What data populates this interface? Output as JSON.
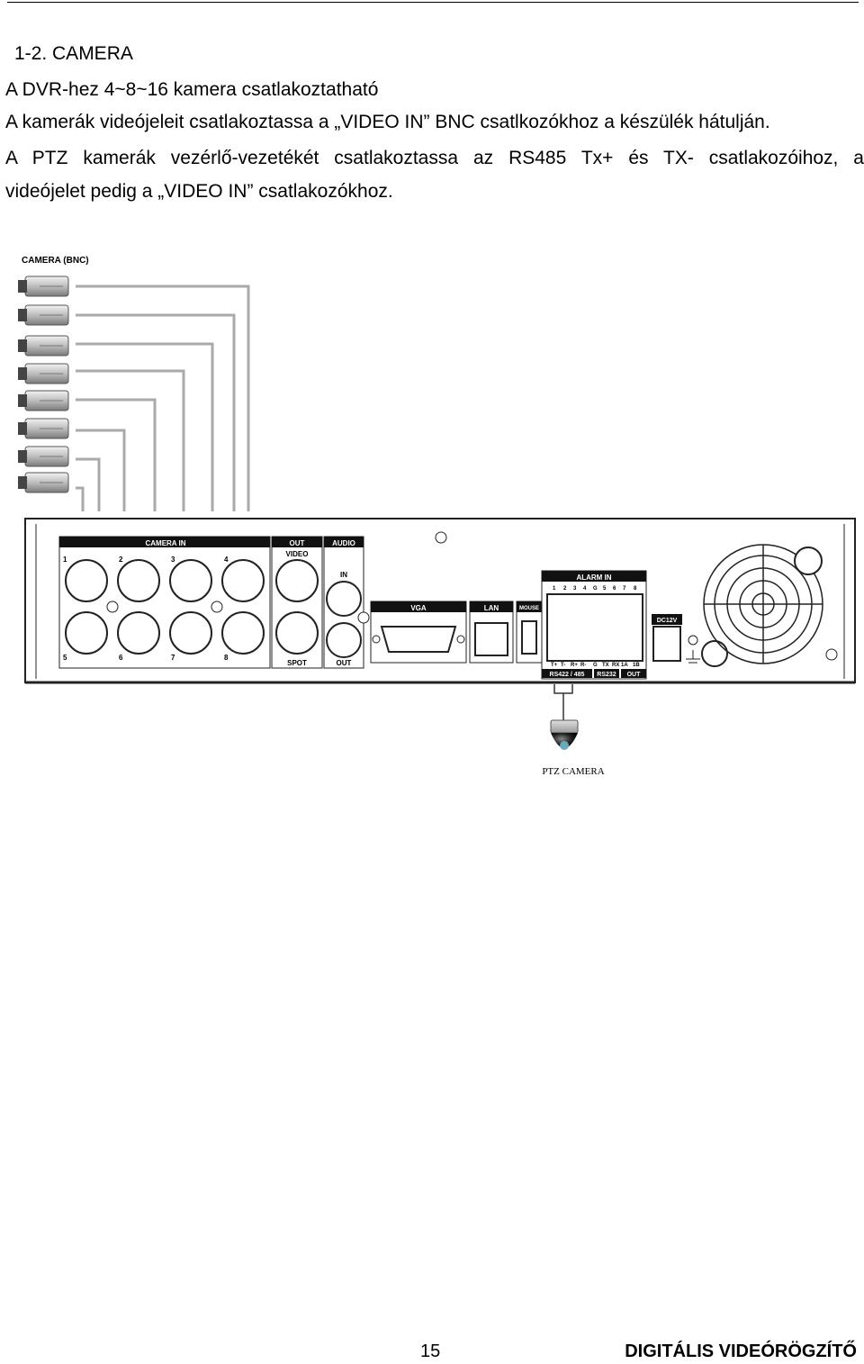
{
  "section": {
    "heading": "1-2. CAMERA",
    "lines": [
      "A DVR-hez 4~8~16 kamera csatlakoztatható",
      "A kamerák videójeleit csatlakoztassa a „VIDEO IN” BNC csatlkozókhoz a készülék hátulján.",
      "A PTZ kamerák vezérlő-vezetékét csatlakoztassa az RS485 Tx+ és TX- csatlakozóihoz, a",
      "videójelet pedig a „VIDEO IN” csatlakozókhoz."
    ]
  },
  "figure": {
    "camera_label": "CAMERA (BNC)",
    "ptz_label": "PTZ CAMERA",
    "panel": {
      "camera_in": "CAMERA IN",
      "out": "OUT",
      "video": "VIDEO",
      "audio": "AUDIO",
      "in": "IN",
      "spot": "SPOT",
      "audio_out": "OUT",
      "vga": "VGA",
      "lan": "LAN",
      "mouse": "MOUSE",
      "alarm_in": "ALARM IN",
      "dc12v": "DC12V",
      "rs422": "RS422 / 485",
      "rs232": "RS232",
      "alarm_out": "OUT",
      "channel_numbers": [
        "1",
        "2",
        "3",
        "4",
        "5",
        "6",
        "7",
        "8"
      ],
      "alarm_numbers": [
        "1",
        "2",
        "3",
        "4",
        "G",
        "5",
        "6",
        "7",
        "8"
      ],
      "terminal_labels": [
        "T+",
        "T-",
        "R+",
        "R-",
        "G",
        "TX",
        "RX",
        "1A",
        "1B"
      ]
    }
  },
  "footer": {
    "page_number": "15",
    "title": "DIGITÁLIS VIDEÓRÖGZÍTŐ"
  }
}
